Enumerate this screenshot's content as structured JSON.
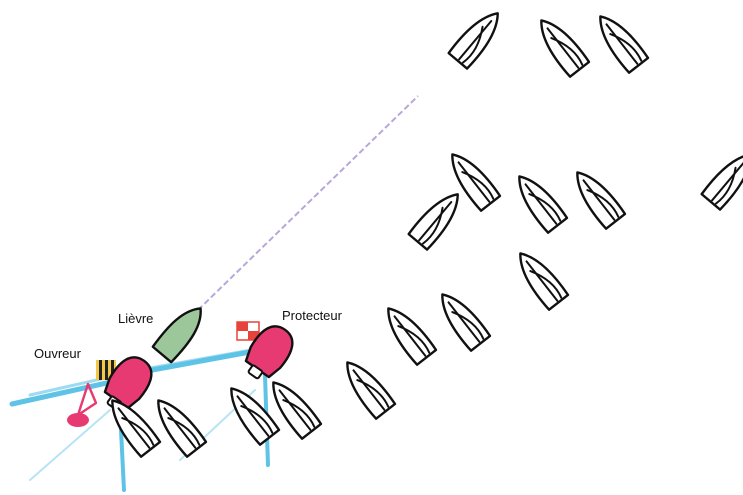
{
  "labels": {
    "lievre": "Lièvre",
    "protecteur": "Protecteur",
    "ouvreur": "Ouvreur"
  },
  "colors": {
    "wake": "#5ec3e6",
    "lievre_boat": "#9cc79a",
    "rib": "#e83a72",
    "layline": "#b6a8d8",
    "flag_yellow": "#f2c84b",
    "flag_red": "#e8433b",
    "buoy": "#e83a72"
  },
  "icons": {
    "start_buoy": "pin-buoy-icon",
    "ouvreur_flag": "striped-flag-icon",
    "protecteur_flag": "checkered-flag-icon"
  }
}
